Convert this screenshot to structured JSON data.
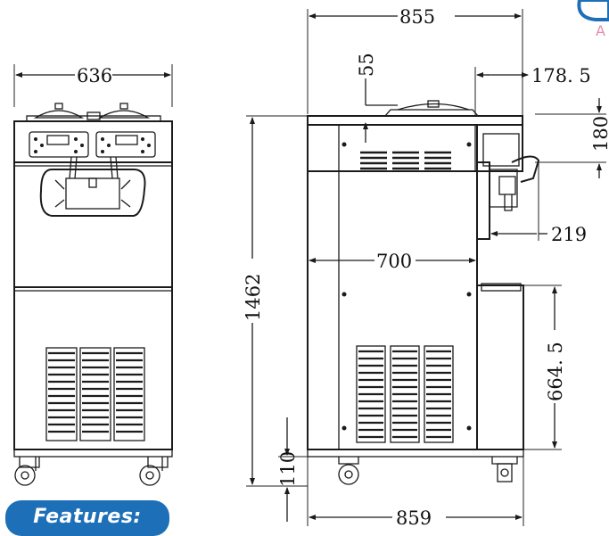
{
  "dimensions": {
    "front_width": "636",
    "top_width": "855",
    "bottom_width": "859",
    "inner_width": "700",
    "top_offset": "55",
    "right_offset": "178. 5",
    "right_vertical": "180",
    "spout_depth": "219",
    "overall_height": "1462",
    "drip_tray_height": "664. 5",
    "base_height": "110"
  },
  "badge": {
    "label": "Features:"
  },
  "colors": {
    "badge": "#1d6fb8",
    "line": "#1b1b1b"
  }
}
